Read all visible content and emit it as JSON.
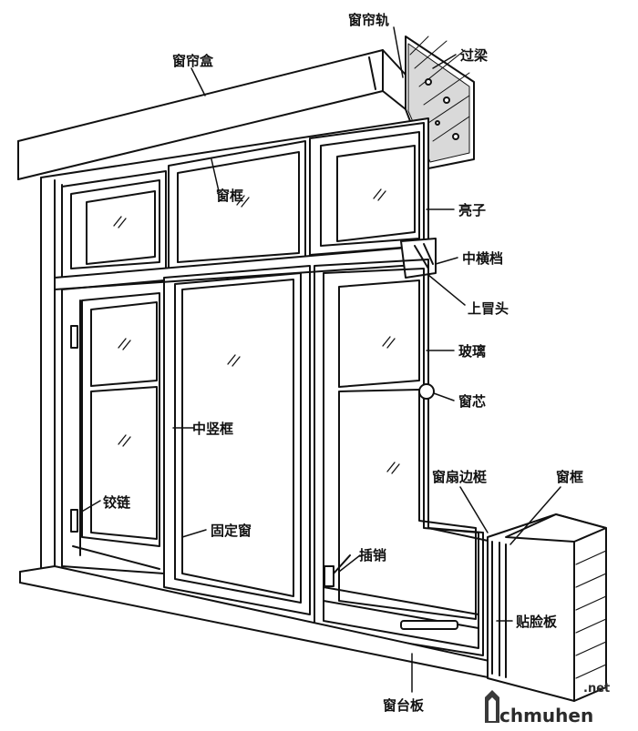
{
  "labels": {
    "curtain_box": "窗帘盒",
    "curtain_rail": "窗帘轨",
    "lintel": "过梁",
    "frame_top": "窗框",
    "transom_light": "亮子",
    "middle_transom": "中横档",
    "top_horn": "上冒头",
    "glass": "玻璃",
    "muntin": "窗芯",
    "middle_mullion": "中竖框",
    "sash_stile": "窗扇边梃",
    "frame_right": "窗框",
    "hinge": "铰链",
    "fixed_window": "固定窗",
    "latch": "插销",
    "facing_board": "贴脸板",
    "window_sill": "窗台板"
  },
  "watermark": {
    "site": "chmuhen",
    "suffix": ".net"
  }
}
